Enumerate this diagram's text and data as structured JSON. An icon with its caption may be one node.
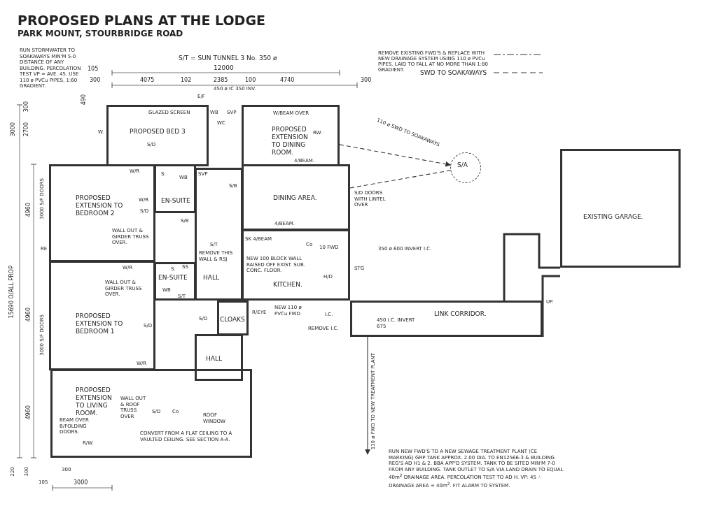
{
  "diagram": {
    "title": "PROPOSED PLANS AT THE LODGE",
    "nodes": [
      {
        "text": [
          "PROPOSED BED 3"
        ]
      },
      {
        "text": [
          "PROPOSED EXTENSION TO DINING ROOM."
        ]
      },
      {
        "text": [
          "PROPOSED EXTENSION TO BEDROOM 2"
        ]
      },
      {
        "text": [
          "EN-SUITE"
        ]
      },
      {
        "text": [
          "DINING AREA."
        ]
      },
      {
        "text": [
          "KITCHEN."
        ]
      },
      {
        "text": [
          "HALL"
        ]
      },
      {
        "text": [
          "EN-SUITE"
        ]
      },
      {
        "text": [
          "PROPOSED EXTENSION TO BEDROOM 1"
        ]
      },
      {
        "text": [
          "CLOAKS"
        ]
      },
      {
        "text": [
          "HALL"
        ]
      },
      {
        "text": [
          "PROPOSED EXTENSION TO LIVING ROOM."
        ]
      },
      {
        "text": [
          "LINK CORRIDOR."
        ]
      },
      {
        "text": [
          "EXISTING GARAGE."
        ]
      },
      {
        "text": [
          "S/A"
        ]
      }
    ],
    "edges": [
      {
        "from": 1,
        "to": 14,
        "arrow": "to",
        "label": "110 ø SWD TO SOAKAWAYS",
        "style": "dashed"
      },
      {
        "from": 4,
        "to": 14,
        "arrow": "none",
        "style": "dashed"
      },
      {
        "from": 12,
        "to": null,
        "arrow": "to",
        "label": "110 ø FWD TO NEW TREATMENT PLANT"
      }
    ],
    "labels": [
      "PARK MOUNT, STOURBRIDGE ROAD",
      "RUN STORMWATER TO SOAKAWAYS MIN'M 5-0 DISTANCE OF ANY BUILDING. PERCOLATION TEST VP = AVE. 45. USE 110 ø PVCu PIPES, 1:60 GRADIENT.",
      "S/T = SUN TUNNEL 3 No. 350 ø",
      "105",
      "12000",
      "300",
      "4075",
      "102",
      "2385",
      "100",
      "4740",
      "300",
      "300",
      "490",
      "3000",
      "2700",
      "4960",
      "15690 O/ALL PROP",
      "4960",
      "4960",
      "220",
      "300",
      "105",
      "300",
      "3000",
      "GLAZED SCREEN",
      "W.",
      "S/D",
      "WB",
      "WC",
      "SVP",
      "450 ø IC 350 INV.",
      "E/F",
      "W/BEAM OVER",
      "RW.",
      "4/BEAM.",
      "W/R",
      "S.",
      "WB",
      "SVP",
      "W/R",
      "S/D",
      "WALL OUT & GIRDER TRUSS OVER.",
      "S/B",
      "S/B",
      "S/T",
      "4/BEAM.",
      "S/D DOORS WITH LINTEL OVER",
      "RE",
      "W/R",
      "S.",
      "SS",
      "REMOVE THIS WALL & RSJ",
      "SK 4/BEAM",
      "Co",
      "10 FWD",
      "NEW 100 BLOCK WALL RAISED OFF EXIST. SUB. CONC. FLOOR.",
      "H/D",
      "350 ø 600 INVERT I.C.",
      "STG",
      "WALL OUT & GIRDER TRUSS OVER.",
      "WB",
      "S/T",
      "S/D",
      "R/EYE",
      "NEW 110 ø PVCu FWD",
      "I.C.",
      "REMOVE I.C.",
      "450 I.C. INVERT 675",
      "UP.",
      "S/D",
      "W/R",
      "WALL OUT & ROOF TRUSS OVER",
      "S/D",
      "Co",
      "ROOF WINDOW",
      "BEAM OVER B/FOLDING DOORS.",
      "R/W.",
      "CONVERT FROM A FLAT CEILING TO A VAULTED CEILING. SEE SECTION A-A.",
      "3000 S/F DOORS",
      "3000 S/F DOORS",
      "RUN NEW FWD'S TO A NEW SEWAGE TREATMENT PLANT (CE MARKING) GRP TANK APPROX. 2.00 DIA. TO EN12566-3 & BUILDING REG'S AD H1 & 2. BBA APP'D SYSTEM. TANK TO BE SITED MIN'M 7-0 FROM ANY BUILDING. TANK OUTLET TO S/A VIA LAND DRAIN TO EQUAL 40m$^{2}$ DRAINAGE AREA. PERCOLATION TEST TO AD H. VP: 45 ∴ DRAINAGE AREA = 40m$^{2}$. FIT ALARM TO SYSTEM."
    ],
    "legend": [
      {
        "text": "REMOVE EXISTING FWD'S & REPLACE WITH NEW DRAINAGE SYSTEM USING 110 ø PVCu PIPES. LAID TO FALL AT NO MORE THAN 1:80 GRADIENT."
      },
      {
        "text": "SWD TO SOAKAWAYS"
      }
    ]
  }
}
